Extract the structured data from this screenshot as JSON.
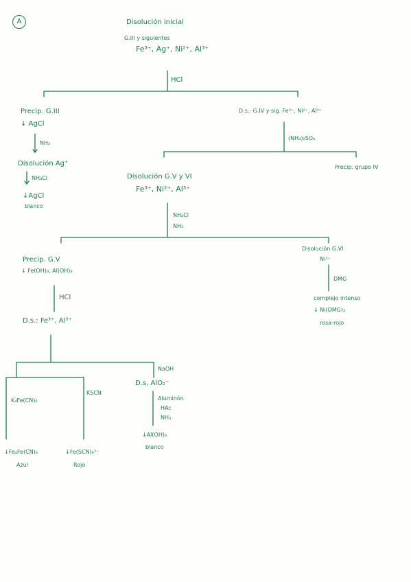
{
  "page_badge": "A",
  "root": {
    "title": "Disolución inicial",
    "groups": "G.III y siguientes",
    "ions": "Fe³⁺, Ag⁺, Ni²⁺, Al³⁺",
    "reagent": "HCl"
  },
  "left_branch": {
    "title": "Precip. G.III",
    "precipitate": "↓ AgCl",
    "reagent": "NH₃",
    "dissolution": "Disolución Ag⁺",
    "reagent2": "NH₄Cl",
    "product": "↓AgCl",
    "color": "blanco"
  },
  "right_branch": {
    "title": "D.s.: G.IV y sig. Fe³⁺, Ni²⁺, Al³⁺",
    "reagent": "(NH₄)₂SO₄",
    "precip_g4": "Precip. grupo IV"
  },
  "g56": {
    "title": "Disolución G.V y VI",
    "ions": "Fe³⁺, Ni²⁺, Al³⁺",
    "reagent1": "NH₄Cl",
    "reagent2": "NH₃"
  },
  "g5": {
    "title": "Precip. G.V",
    "precipitate": "↓ Fe(OH)₃, Al(OH)₃",
    "reagent": "HCl",
    "dissolution": "D.s.: Fe³⁺, Al³⁺"
  },
  "g6": {
    "title": "Disolución G.VI",
    "ion": "Ni²⁺",
    "reagent": "DMG",
    "complex": "complejo intenso",
    "product": "↓ Ni(DMG)₂",
    "color": "rosa-rojo"
  },
  "tests": {
    "reagent_k4": "K₄Fe(CN)₆",
    "reagent_kscn": "KSCN",
    "reagent_naoh": "NaOH",
    "ds_alo2": "D.s. AlO₂⁻",
    "aluminon": "Aluminón",
    "hac": "HAc",
    "nh3": "NH₃",
    "al_product": "↓Al(OH)₃",
    "al_color": "blanco",
    "prussian_product": "↓Fe₄Fe(CN)₆",
    "prussian_color": "Azul",
    "thio_product": "↓Fe(SCN)₆³⁻",
    "thio_color": "Rojo"
  }
}
